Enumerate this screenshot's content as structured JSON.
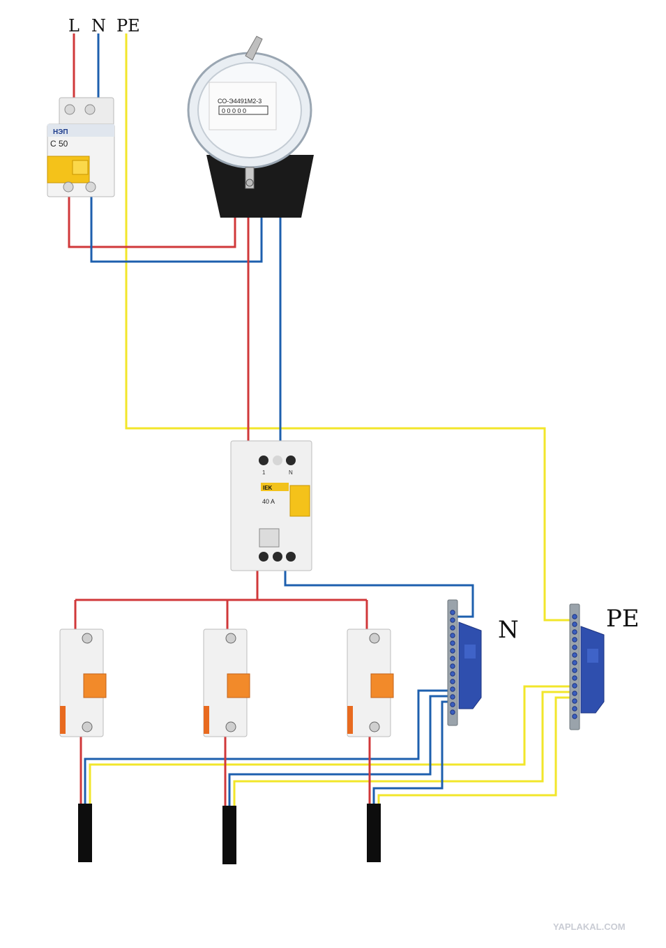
{
  "labels": {
    "top_l": "L",
    "top_n": "N",
    "top_pe": "PE",
    "bus_n": "N",
    "bus_pe": "PE"
  },
  "main_breaker": {
    "brand": "НЭП",
    "rating": "C 50"
  },
  "meter": {
    "model": "СО-Э4491М2-3",
    "reading": "0 0 0 0 0"
  },
  "rcd": {
    "brand": "IEK",
    "rating": "40 A",
    "term_1": "1",
    "term_n": "N"
  },
  "watermark": "YAPLAKAL.COM",
  "colors": {
    "phase": "#d0383a",
    "neutral": "#1d5fae",
    "earth": "#f2e62a",
    "cable": "#0d0d0d"
  }
}
